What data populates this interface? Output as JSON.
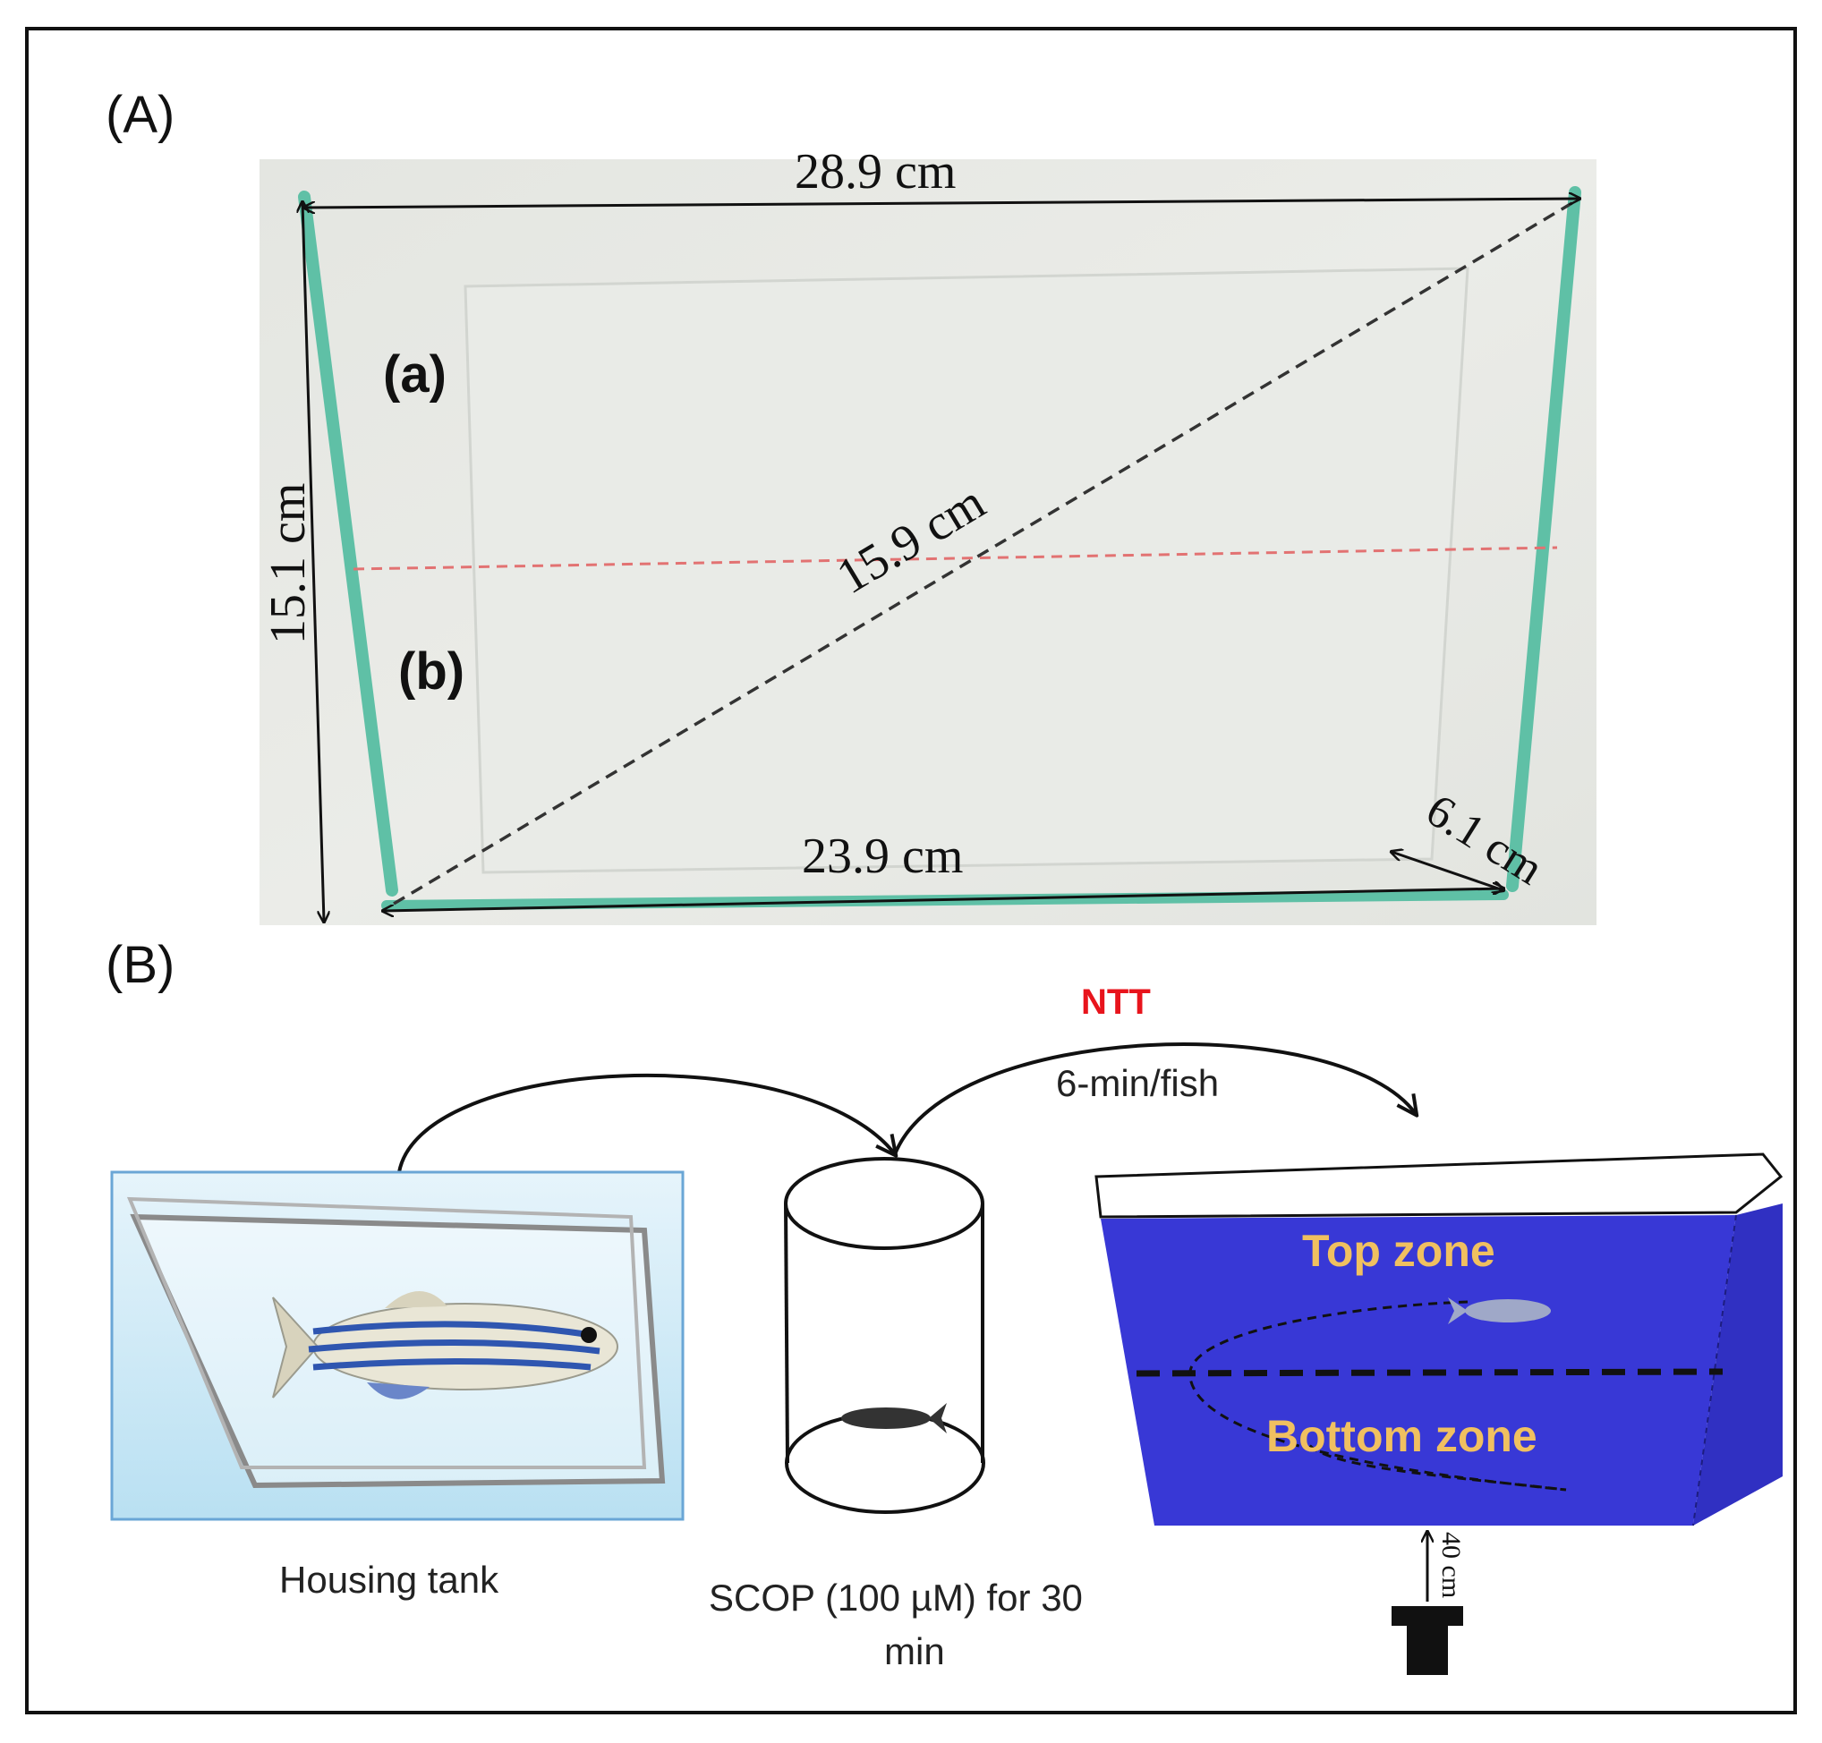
{
  "panel_a": {
    "label": "(A)",
    "region_top_label": "(a)",
    "region_bottom_label": "(b)",
    "dimensions": {
      "top_width": "28.9 cm",
      "bottom_width": "23.9 cm",
      "height": "15.1 cm",
      "diagonal": "15.9 cm",
      "depth": "6.1 cm"
    }
  },
  "panel_b": {
    "label": "(B)",
    "test_name": "NTT",
    "test_duration": "6-min/fish",
    "housing_caption": "Housing tank",
    "treatment_caption_line1": "SCOP (100 µM) for 30",
    "treatment_caption_line2": "min",
    "top_zone": "Top zone",
    "bottom_zone": "Bottom zone",
    "camera_distance": "40 cm"
  },
  "colors": {
    "tank_edge": "#5fc0a6",
    "water": "#3838d6",
    "zone_text": "#f0c060",
    "test_name": "#e8141c"
  }
}
